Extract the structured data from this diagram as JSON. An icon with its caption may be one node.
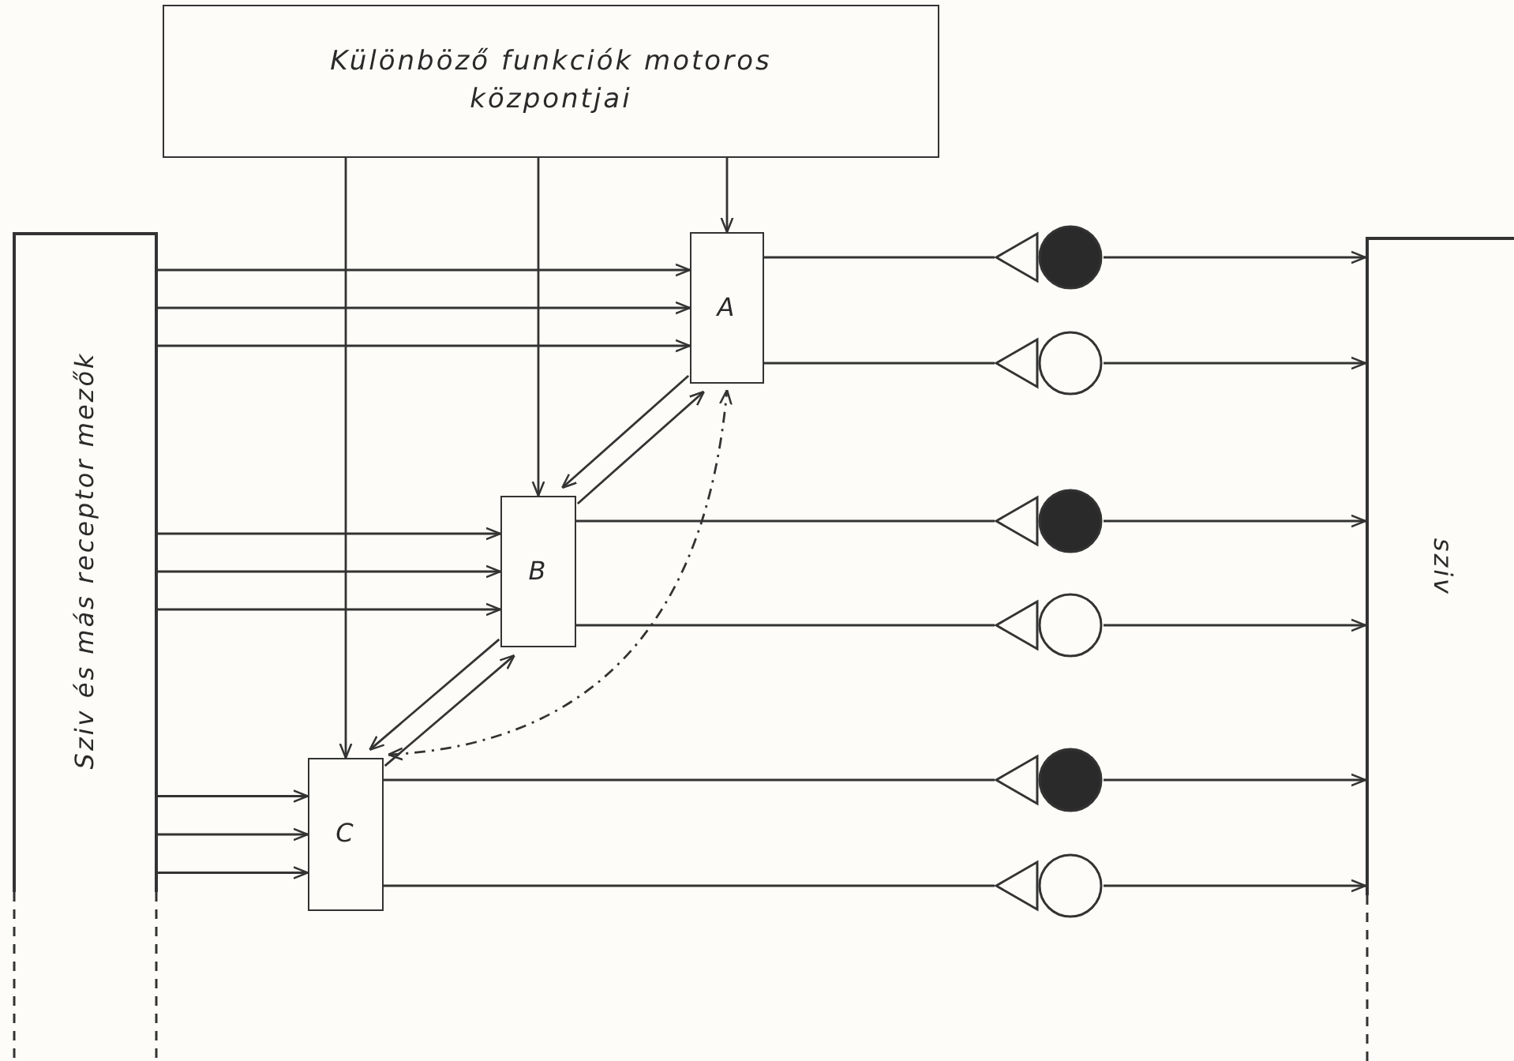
{
  "diagram": {
    "nodes": [
      {
        "text": [
          "Különböző funkciók motoros központjai"
        ]
      },
      {
        "text": [
          "Sziv és más receptor mezők"
        ]
      },
      {
        "text": [
          "A"
        ]
      },
      {
        "text": [
          "B"
        ]
      },
      {
        "text": [
          "C"
        ]
      },
      {
        "text": [
          "sziv"
        ]
      },
      {
        "text": [],
        "shape": "dot"
      },
      {
        "text": [],
        "shape": "circle"
      },
      {
        "text": [],
        "shape": "dot"
      },
      {
        "text": [],
        "shape": "circle"
      },
      {
        "text": [],
        "shape": "dot"
      },
      {
        "text": [],
        "shape": "circle"
      }
    ],
    "edges": [
      {
        "from": 0,
        "to": 2,
        "arrow": "to"
      },
      {
        "from": 0,
        "to": 3,
        "arrow": "to"
      },
      {
        "from": 0,
        "to": 4,
        "arrow": "to"
      },
      {
        "from": 1,
        "to": 2,
        "arrow": "to"
      },
      {
        "from": 1,
        "to": 2,
        "arrow": "to"
      },
      {
        "from": 1,
        "to": 2,
        "arrow": "to"
      },
      {
        "from": 1,
        "to": 3,
        "arrow": "to"
      },
      {
        "from": 1,
        "to": 3,
        "arrow": "to"
      },
      {
        "from": 1,
        "to": 3,
        "arrow": "to"
      },
      {
        "from": 1,
        "to": 4,
        "arrow": "to"
      },
      {
        "from": 1,
        "to": 4,
        "arrow": "to"
      },
      {
        "from": 1,
        "to": 4,
        "arrow": "to"
      },
      {
        "from": 2,
        "to": 6,
        "arrow": "none"
      },
      {
        "from": 2,
        "to": 7,
        "arrow": "none"
      },
      {
        "from": 3,
        "to": 8,
        "arrow": "none"
      },
      {
        "from": 3,
        "to": 9,
        "arrow": "none"
      },
      {
        "from": 4,
        "to": 10,
        "arrow": "none"
      },
      {
        "from": 4,
        "to": 11,
        "arrow": "none"
      },
      {
        "from": 6,
        "to": 5,
        "arrow": "to"
      },
      {
        "from": 7,
        "to": 5,
        "arrow": "to"
      },
      {
        "from": 8,
        "to": 5,
        "arrow": "to"
      },
      {
        "from": 9,
        "to": 5,
        "arrow": "to"
      },
      {
        "from": 10,
        "to": 5,
        "arrow": "to"
      },
      {
        "from": 11,
        "to": 5,
        "arrow": "to"
      },
      {
        "from": 3,
        "to": 2,
        "arrow": "to"
      },
      {
        "from": 2,
        "to": 3,
        "arrow": "to"
      },
      {
        "from": 4,
        "to": 3,
        "arrow": "to"
      },
      {
        "from": 3,
        "to": 4,
        "arrow": "to"
      },
      {
        "from": 4,
        "to": 2,
        "arrow": "both",
        "style": "dashed"
      }
    ]
  }
}
